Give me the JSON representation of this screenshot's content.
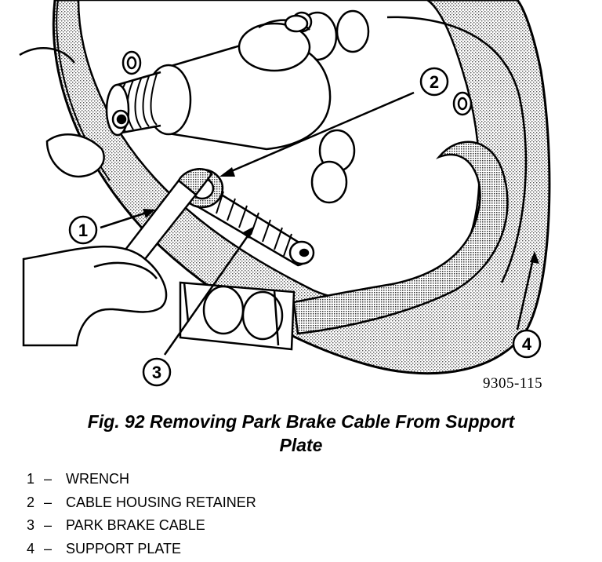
{
  "callouts": [
    "1",
    "2",
    "3",
    "4"
  ],
  "drawing_id": "9305-115",
  "caption": {
    "line1": "Fig. 92 Removing Park Brake Cable From Support",
    "line2": "Plate"
  },
  "legend": [
    {
      "num": "1",
      "dash": "–",
      "label": "WRENCH"
    },
    {
      "num": "2",
      "dash": "–",
      "label": "CABLE HOUSING RETAINER"
    },
    {
      "num": "3",
      "dash": "–",
      "label": "PARK BRAKE CABLE"
    },
    {
      "num": "4",
      "dash": "–",
      "label": "SUPPORT PLATE"
    }
  ]
}
